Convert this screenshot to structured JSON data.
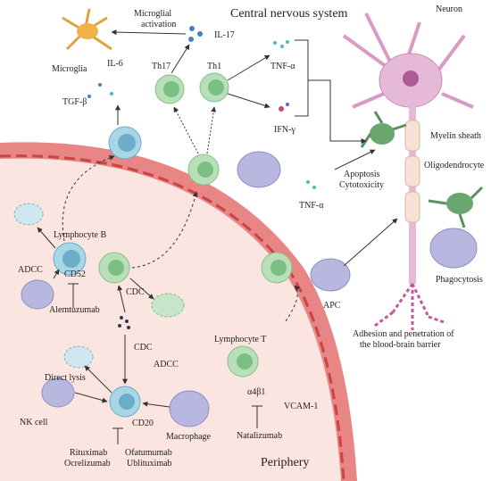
{
  "titles": {
    "cns": "Central nervous system",
    "periphery": "Periphery"
  },
  "labels": {
    "microglial_activation_1": "Microglial",
    "microglial_activation_2": "activation",
    "microglia": "Microglia",
    "il17": "IL-17",
    "il6": "IL-6",
    "tgfb": "TGF-β",
    "th17": "Th17",
    "th1": "Th1",
    "tnfa_top": "TNF-α",
    "ifng": "IFN-γ",
    "neuron": "Neuron",
    "myelin_sheath": "Myelin sheath",
    "apoptosis": "Apoptosis",
    "cytotoxicity": "Cytotoxicity",
    "oligodendrocyte": "Oligodendrocyte",
    "tnfa_mid": "TNF-α",
    "lymphocyte_b": "Lymphocyte B",
    "adcc_top": "ADCC",
    "cd52": "CD52",
    "alemtuzumab": "Alemtuzumab",
    "cdc_right": "CDC",
    "cdc_mid": "CDC",
    "phagocytosis": "Phagocytosis",
    "apc": "APC",
    "adhesion_1": "Adhesion and penetration of",
    "adhesion_2": "the blood-brain barrier",
    "lymphocyte_t": "Lymphocyte T",
    "a4b1": "α4β1",
    "vcam1": "VCAM-1",
    "natalizumab": "Natalizumab",
    "direct_lysis": "Direct lysis",
    "adcc_bottom": "ADCC",
    "cd20": "CD20",
    "nk_cell": "NK cell",
    "macrophage": "Macrophage",
    "rituximab": "Rituximab",
    "ocrelizumab": "Ocrelizumab",
    "ofatumumab": "Ofatumumab",
    "ublituximab": "Ublituximab"
  },
  "colors": {
    "vessel_wall": "#e27a7a",
    "vessel_inner": "#fbe3de",
    "endothelial": "#c94444",
    "t_cell": "#b9dfb9",
    "t_cell_nucleus": "#7cbf84",
    "b_cell": "#a9d6e6",
    "b_cell_nucleus": "#6aaec9",
    "nk_cell": "#b7b7e0",
    "neuron": "#e7b9d8",
    "oligodendrocyte": "#6aa66e",
    "microglia": "#f1b24a",
    "arrow": "#333333"
  }
}
